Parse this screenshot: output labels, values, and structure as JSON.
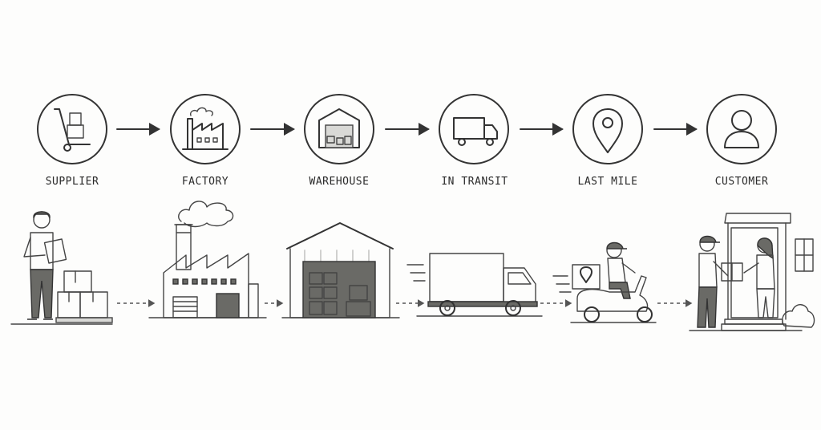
{
  "stages": [
    {
      "label": "SUPPLIER",
      "icon": "hand-truck-icon",
      "scene": "supplier-worker-with-boxes"
    },
    {
      "label": "FACTORY",
      "icon": "factory-icon",
      "scene": "factory-building"
    },
    {
      "label": "WAREHOUSE",
      "icon": "warehouse-icon",
      "scene": "warehouse-building"
    },
    {
      "label": "IN TRANSIT",
      "icon": "truck-icon",
      "scene": "delivery-truck"
    },
    {
      "label": "LAST MILE",
      "icon": "location-pin-icon",
      "scene": "scooter-courier"
    },
    {
      "label": "CUSTOMER",
      "icon": "user-icon",
      "scene": "customer-receiving-package"
    }
  ],
  "colors": {
    "ink": "#333333",
    "background": "#fdfdfc",
    "shade": "#d9d9d6"
  }
}
